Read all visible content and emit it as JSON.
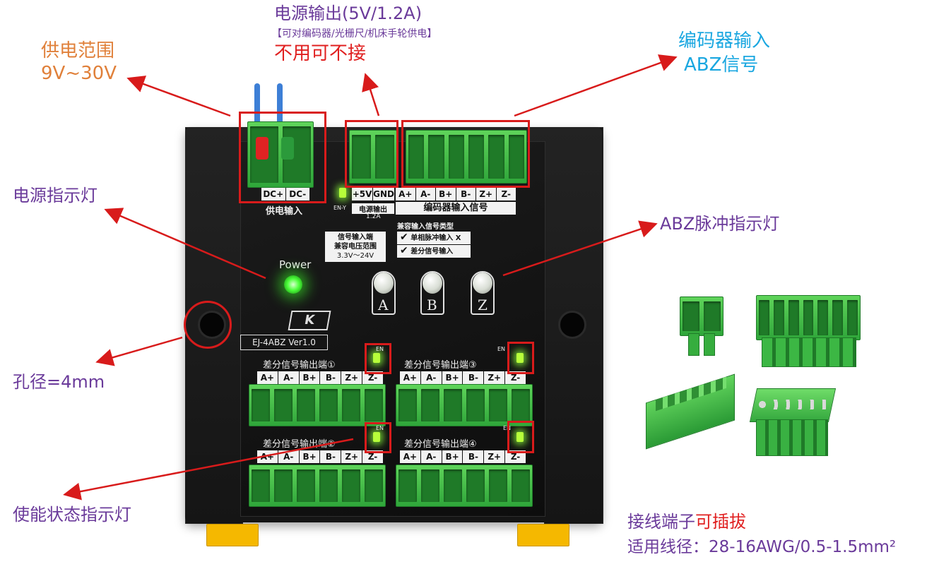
{
  "callouts": {
    "supply_title": "供电范围",
    "supply_range": "9V~30V",
    "power_out_title": "电源输出(5V/1.2A)",
    "power_out_note": "【可对编码器/光栅尺/机床手轮供电】",
    "power_out_warn": "不用可不接",
    "encoder_in_line1": "编码器输入",
    "encoder_in_line2": "ABZ信号",
    "power_indicator": "电源指示灯",
    "abz_indicator": "ABZ脉冲指示灯",
    "hole": "孔径=4mm",
    "enable_indicator": "使能状态指示灯",
    "terminal_line1_a": "接线端子",
    "terminal_line1_b": "可插拔",
    "terminal_line2": "适用线径：28-16AWG/0.5-1.5mm²"
  },
  "board": {
    "power_in_pins": [
      "DC+",
      "DC-"
    ],
    "power_in_label": "供电输入",
    "power_out_pins": [
      "+5V",
      "GND"
    ],
    "power_out_label": "电源输出",
    "power_out_rating": "1.2A",
    "encoder_pins": [
      "A+",
      "A-",
      "B+",
      "B-",
      "Z+",
      "Z-"
    ],
    "encoder_label": "编码器输入信号",
    "en_label": "EN-Y",
    "signal_box_line1": "信号输入端",
    "signal_box_line2": "兼容电压范围",
    "signal_box_line3": "3.3V～24V",
    "compat_title": "兼容输入信号类型",
    "compat_option1": "单相脉冲输入",
    "compat_option1_mark": "X",
    "compat_option2": "差分信号输入",
    "power_text": "Power",
    "pulse_letters": [
      "A",
      "B",
      "Z"
    ],
    "logo_text": "K",
    "model": "EJ-4ABZ  Ver1.0",
    "out1_label": "差分信号输出端①",
    "out2_label": "差分信号输出端②",
    "out3_label": "差分信号输出端③",
    "out4_label": "差分信号输出端④",
    "out_pins": [
      "A+",
      "A-",
      "B+",
      "B-",
      "Z+",
      "Z-"
    ],
    "en_small": "EN"
  },
  "colors": {
    "orange": "#e0803a",
    "purple": "#6a3a9a",
    "blue": "#1aa7e0",
    "red": "#e02020",
    "terminal_green": "#3fbf45",
    "frame_red": "#d81b1b"
  }
}
